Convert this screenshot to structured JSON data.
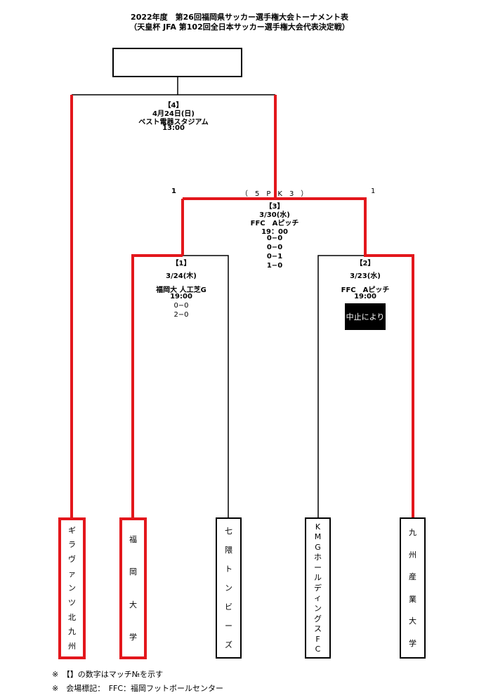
{
  "title": {
    "line1": "2022年度　第26回福岡県サッカー選手権大会トーナメント表",
    "line2": "（天皇杯 JFA 第102回全日本サッカー選手権大会代表決定戦）"
  },
  "colors": {
    "winner": "#e3171c",
    "line": "#000000",
    "cancel_bg": "#000000"
  },
  "final": {
    "match_no": "【4】",
    "date": "4月24日(日)",
    "venue": "ベスト電器スタジアム",
    "time": "13:00"
  },
  "semi": {
    "score_left": "1",
    "pk": "（　5　P　K　3　）",
    "score_right": "1",
    "match_no": "【3】",
    "date": "3/30(水)",
    "venue": "FFC　Aピッチ",
    "time": "19：00",
    "periods": [
      "0−0",
      "0−0",
      "0−1",
      "1−0"
    ]
  },
  "match1": {
    "match_no": "【1】",
    "date": "3/24(木)",
    "venue": "福岡大 人工芝G",
    "time": "19:00",
    "periods": [
      "0−0",
      "2−0"
    ]
  },
  "match2": {
    "match_no": "【2】",
    "date": "3/23(水)",
    "venue": "FFC　Aピッチ",
    "time": "19:00",
    "status": "中止により"
  },
  "teams": [
    {
      "chars": [
        "ギ",
        "ラ",
        "ヴ",
        "ァ",
        "ン",
        "ツ",
        "北",
        "九",
        "州"
      ],
      "winner": true
    },
    {
      "chars": [
        "福",
        "岡",
        "大",
        "学"
      ],
      "winner": true
    },
    {
      "chars": [
        "七",
        "隈",
        "ト",
        "ン",
        "ビ",
        "ー",
        "ズ"
      ],
      "winner": false
    },
    {
      "chars": [
        "K",
        "M",
        "G",
        "ホ",
        "ー",
        "ル",
        "デ",
        "ィ",
        "ン",
        "グ",
        "ス",
        "F",
        "C"
      ],
      "winner": false
    },
    {
      "chars": [
        "九",
        "州",
        "産",
        "業",
        "大",
        "学"
      ],
      "winner": false
    }
  ],
  "notes": [
    "※　【】の数字はマッチ№を示す",
    "※　会場標記：　FFC：福岡フットボールセンター"
  ]
}
